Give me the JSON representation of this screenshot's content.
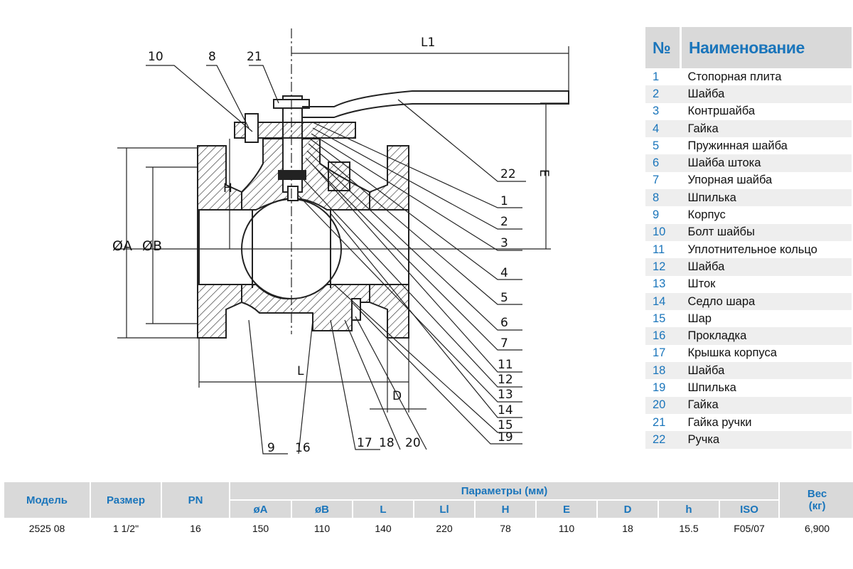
{
  "drawing": {
    "callouts_top": [
      "10",
      "8",
      "21"
    ],
    "callouts_right": [
      "22",
      "1",
      "2",
      "3",
      "4",
      "5",
      "6",
      "7",
      "11",
      "12",
      "13",
      "14",
      "15",
      "19"
    ],
    "callouts_bottom": [
      "9",
      "16",
      "17",
      "18",
      "20"
    ],
    "dimensions": {
      "l1": "L1",
      "e": "E",
      "h": "H",
      "a": "ØA",
      "b": "ØB",
      "l": "L",
      "d": "D"
    }
  },
  "parts_table": {
    "header_num": "№",
    "header_name": "Наименование",
    "rows": [
      {
        "num": "1",
        "name": "Стопорная плита"
      },
      {
        "num": "2",
        "name": "Шайба"
      },
      {
        "num": "3",
        "name": "Контршайба"
      },
      {
        "num": "4",
        "name": "Гайка"
      },
      {
        "num": "5",
        "name": "Пружинная шайба"
      },
      {
        "num": "6",
        "name": "Шайба штока"
      },
      {
        "num": "7",
        "name": "Упорная шайба"
      },
      {
        "num": "8",
        "name": "Шпилька"
      },
      {
        "num": "9",
        "name": "Корпус"
      },
      {
        "num": "10",
        "name": "Болт шайбы"
      },
      {
        "num": "11",
        "name": "Уплотнительное кольцо"
      },
      {
        "num": "12",
        "name": "Шайба"
      },
      {
        "num": "13",
        "name": "Шток"
      },
      {
        "num": "14",
        "name": "Седло шара"
      },
      {
        "num": "15",
        "name": "Шар"
      },
      {
        "num": "16",
        "name": "Прокладка"
      },
      {
        "num": "17",
        "name": "Крышка корпуса"
      },
      {
        "num": "18",
        "name": "Шайба"
      },
      {
        "num": "19",
        "name": "Шпилька"
      },
      {
        "num": "20",
        "name": "Гайка"
      },
      {
        "num": "21",
        "name": "Гайка ручки"
      },
      {
        "num": "22",
        "name": "Ручка"
      }
    ]
  },
  "spec_table": {
    "model": "Модель",
    "size": "Размер",
    "pn": "PN",
    "params": "Параметры (мм)",
    "weight": "Вес (кг)",
    "param_cols": [
      "øA",
      "øB",
      "L",
      "Ll",
      "H",
      "E",
      "D",
      "h",
      "ISO"
    ],
    "row": {
      "model": "2525 08",
      "size": "1 1/2\"",
      "pn": "16",
      "values": [
        "150",
        "110",
        "140",
        "220",
        "78",
        "110",
        "18",
        "15.5",
        "F05/07"
      ],
      "weight": "6,900"
    }
  },
  "colors": {
    "accent": "#1a75bb",
    "header_bg": "#d9d9d9",
    "row_alt": "#eeeeee"
  }
}
